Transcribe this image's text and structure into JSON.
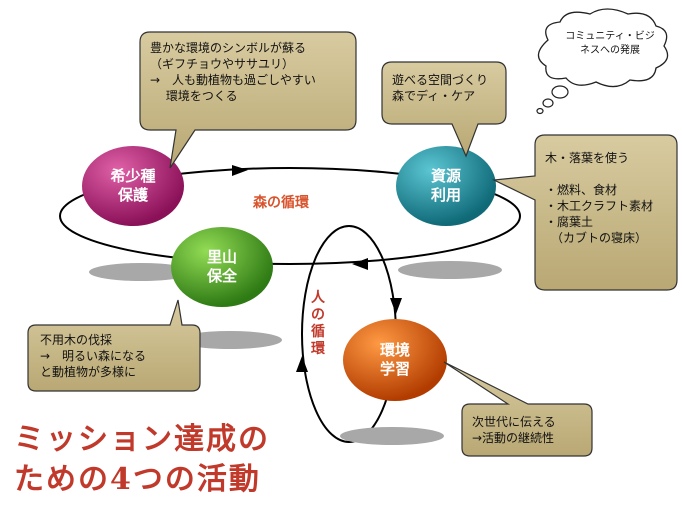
{
  "nodes": {
    "rare_species": {
      "label": "希少種\n保護",
      "color": "#b0237a"
    },
    "resource_use": {
      "label": "資源\n利用",
      "color": "#1f8a9a"
    },
    "satoyama": {
      "label": "里山\n保全",
      "color": "#4fa52a"
    },
    "env_learning": {
      "label": "環境\n学習",
      "color": "#d45a12"
    }
  },
  "cycles": {
    "forest": "森の循環",
    "human": "人の循環"
  },
  "callouts": {
    "symbol": "豊かな環境のシンボルが蘇る\n（ギフチョウやササユリ）\n→　人も動植物も過ごしやすい\n　 環境をつくる",
    "play_space": "遊べる空間づくり\n森でディ・ケア",
    "wood": "木・落葉を使う\n\n・燃料、食材\n・木工クラフト素材\n・腐葉土\n　（カブトの寝床）",
    "thinning": "不用木の伐採\n→　明るい森になる\nと動植物が多様に",
    "next_gen": "次世代に伝える\n→活動の継続性"
  },
  "thought_bubble": "コミュニティ・ビジ\nネスへの発展",
  "mission_title": {
    "line1": "ミッション達成の",
    "line2": "ための4つの活動"
  },
  "colors": {
    "callout_fill": "#c9b98a",
    "callout_stroke": "#333333",
    "shadow": "#a8a8a8",
    "title_red": "#c0392b"
  }
}
